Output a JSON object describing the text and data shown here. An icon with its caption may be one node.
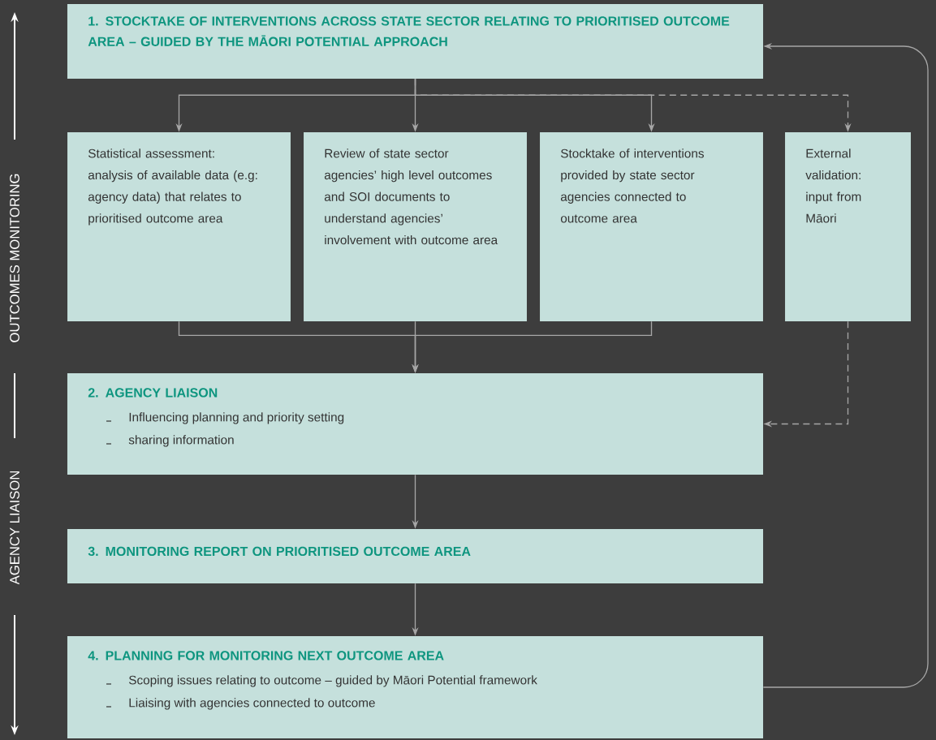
{
  "diagram": {
    "nodes": [
      {
        "text": [
          "1. STOCKTAKE OF INTERVENTIONS ACROSS STATE SECTOR RELATING TO PRIORITISED OUTCOME AREA – GUIDED BY THE MĀORI POTENTIAL APPROACH"
        ]
      },
      {
        "text": [
          "Statistical assessment: analysis of available data (e.g: agency data) that relates to prioritised outcome area"
        ]
      },
      {
        "text": [
          "Review of state sector agencies’ high level outcomes and SOI documents to understand agencies’ involvement with outcome area"
        ]
      },
      {
        "text": [
          "Stocktake of interventions provided by state sector agencies connected to outcome area"
        ]
      },
      {
        "text": [
          "External validation: input from Māori"
        ]
      },
      {
        "text": [
          "2. AGENCY LIAISON",
          "Influencing planning and priority setting",
          "sharing information"
        ]
      },
      {
        "text": [
          "3. MONITORING REPORT ON PRIORITISED OUTCOME AREA"
        ]
      },
      {
        "text": [
          "4. PLANNING FOR MONITORING NEXT OUTCOME AREA",
          "Scoping issues relating to outcome – guided by Māori Potential framework",
          "Liaising with agencies connected to outcome"
        ]
      }
    ],
    "edges": [
      {
        "from": 0,
        "to": 4,
        "arrow": "to",
        "style": "dashed"
      },
      {
        "from": 0,
        "to": 1,
        "arrow": "to"
      },
      {
        "from": 0,
        "to": 2,
        "arrow": "to"
      },
      {
        "from": 0,
        "to": 3,
        "arrow": "to"
      },
      {
        "from": 1,
        "to": 5,
        "arrow": "to"
      },
      {
        "from": 2,
        "to": 5,
        "arrow": "to"
      },
      {
        "from": 3,
        "to": 5,
        "arrow": "to"
      },
      {
        "from": 4,
        "to": 5,
        "arrow": "to",
        "style": "dashed"
      },
      {
        "from": 5,
        "to": 6,
        "arrow": "to"
      },
      {
        "from": 6,
        "to": 7,
        "arrow": "to"
      },
      {
        "from": 7,
        "to": 0,
        "arrow": "to"
      }
    ],
    "labels": [
      "OUTCOMES MONITORING",
      "AGENCY LIAISON"
    ]
  }
}
